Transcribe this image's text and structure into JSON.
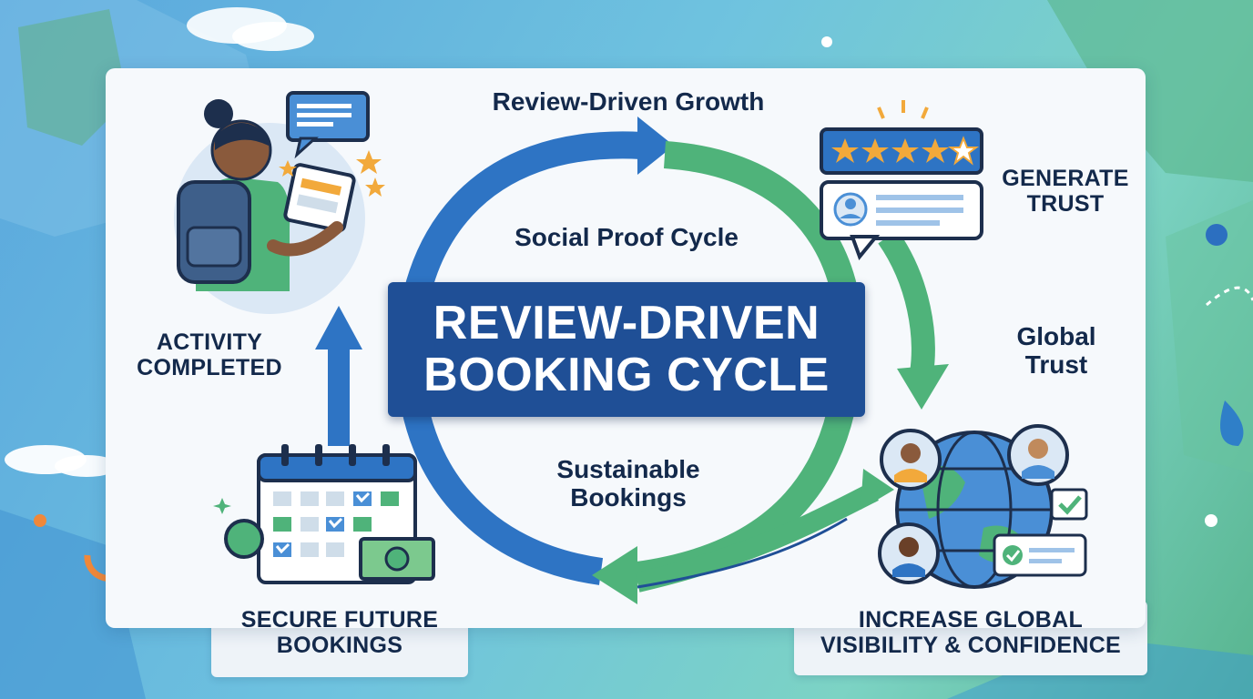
{
  "title": {
    "line1": "REVIEW-DRIVEN",
    "line2": "BOOKING CYCLE"
  },
  "cycle_labels": {
    "top": "Review-Driven Growth",
    "inner_top": "Social Proof Cycle",
    "inner_bottom_line1": "Sustainable",
    "inner_bottom_line2": "Bookings",
    "right_mid_line1": "Global",
    "right_mid_line2": "Trust"
  },
  "stages": {
    "activity": {
      "line1": "ACTIVITY",
      "line2": "COMPLETED",
      "icon": "traveler-with-tablet-icon"
    },
    "trust": {
      "line1": "GENERATE",
      "line2": "TRUST",
      "icon": "star-rating-review-icon"
    },
    "visibility": {
      "line1": "INCREASE GLOBAL",
      "line2": "VISIBILITY & CONFIDENCE",
      "icon": "globe-with-people-icon"
    },
    "bookings": {
      "line1": "SECURE FUTURE",
      "line2": "BOOKINGS",
      "icon": "calendar-money-icon"
    }
  },
  "colors": {
    "title_bg": "#1f4f96",
    "arrow_blue": "#2e74c4",
    "arrow_green": "#4fb37a",
    "text_dark": "#13294b",
    "star": "#f2a93b"
  }
}
